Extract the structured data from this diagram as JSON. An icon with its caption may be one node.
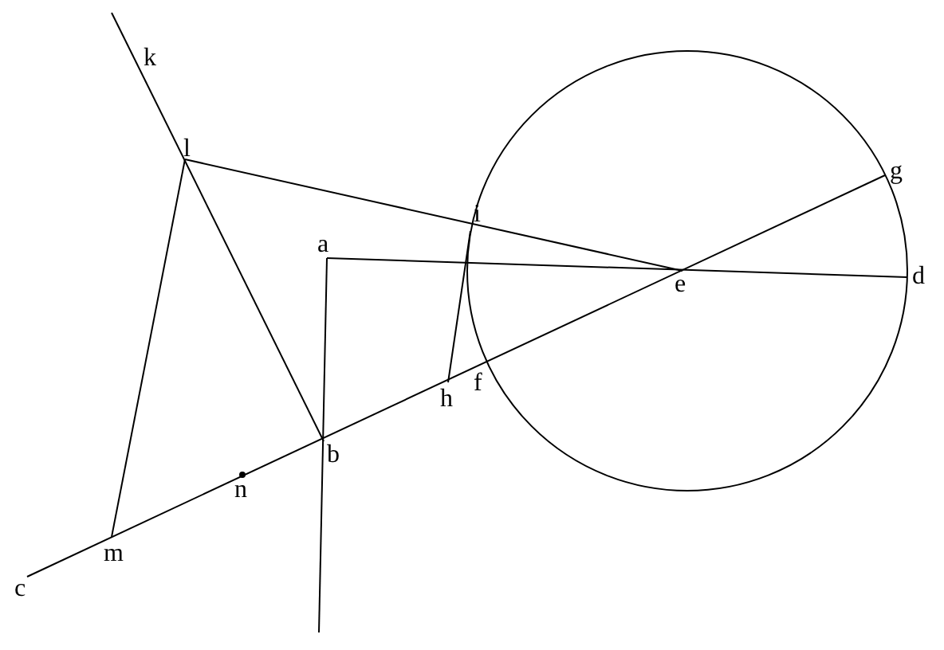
{
  "diagram": {
    "labels": [
      "k",
      "l",
      "a",
      "i",
      "g",
      "e",
      "d",
      "h",
      "f",
      "b",
      "n",
      "m",
      "c"
    ]
  }
}
